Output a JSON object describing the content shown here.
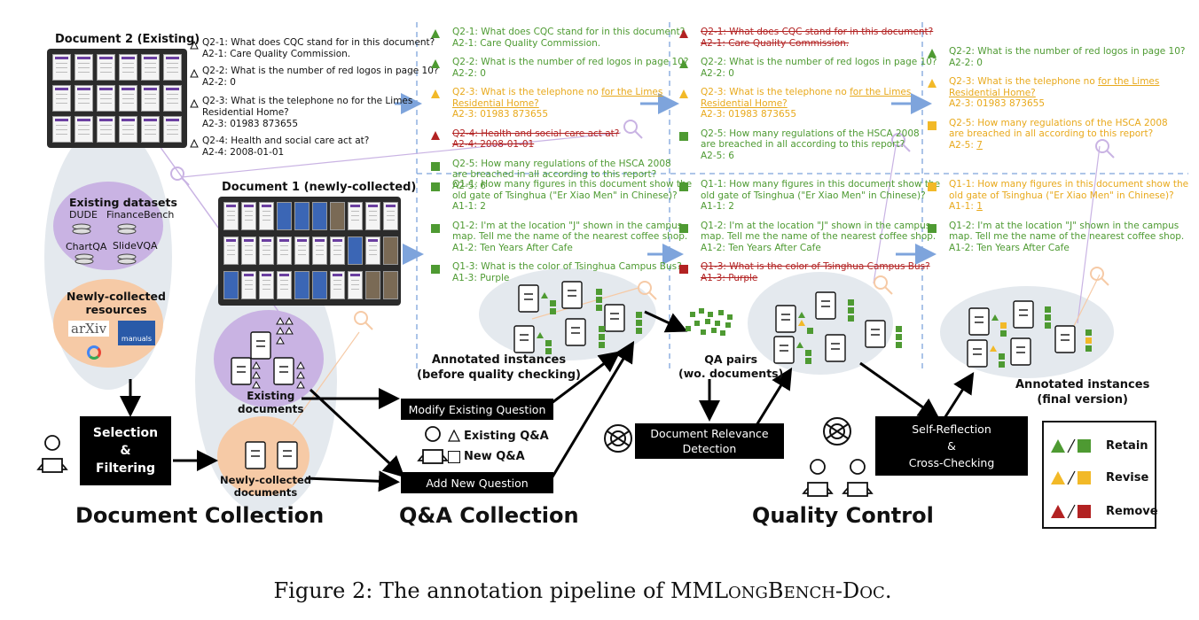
{
  "doc2": {
    "title": "Document 2 (Existing)",
    "qas": [
      {
        "q": "Q2-1: What does CQC stand for in this document?",
        "a": "A2-1: Care Quality Commission."
      },
      {
        "q": "Q2-2: What is the number of red logos in page 10?",
        "a": "A2-2: 0"
      },
      {
        "q": "Q2-3: What is the telephone no for the Limes",
        "q2": "Residential Home?",
        "a": "A2-3: 01983 873655"
      },
      {
        "q": "Q2-4: Health and social care act at?",
        "a": "A2-4: 2008-01-01"
      }
    ]
  },
  "doc1": {
    "title": "Document 1 (newly-collected)"
  },
  "left": {
    "existing_datasets": "Existing datasets",
    "datasets": [
      "DUDE",
      "FinanceBench",
      "ChartQA",
      "SlideVQA"
    ],
    "newly_collected_resources": "Newly-collected\nresources",
    "logos": {
      "arxiv": "arXiv",
      "manuals": "manuals"
    },
    "selection_box": "Selection\n&\nFiltering",
    "existing_documents": "Existing\ndocuments",
    "newly_collected_documents": "Newly-collected\ndocuments"
  },
  "columns": {
    "col1_top": [
      {
        "mark": "green-tri",
        "lines": [
          {
            "t": "Q2-1: What does CQC stand for in this document?",
            "c": "g"
          },
          {
            "t": "A2-1: Care Quality Commission.",
            "c": "g"
          }
        ]
      },
      {
        "mark": "green-tri",
        "lines": [
          {
            "t": "Q2-2: What is the number of red logos in page 10?",
            "c": "g"
          },
          {
            "t": "A2-2: 0",
            "c": "g"
          }
        ]
      },
      {
        "mark": "yellow-tri",
        "lines": [
          {
            "t": "Q2-3: What is the telephone no ",
            "c": "y",
            "u": "for the Limes"
          },
          {
            "t": "Residential Home?",
            "c": "y",
            "under": true
          },
          {
            "t": "A2-3: 01983 873655",
            "c": "y"
          }
        ]
      },
      {
        "mark": "red-tri",
        "lines": [
          {
            "t": "Q2-4: Health and social care act at?",
            "c": "r",
            "strike": true
          },
          {
            "t": "A2-4: 2008-01-01",
            "c": "r",
            "strike": true
          }
        ]
      },
      {
        "mark": "green-sq",
        "lines": [
          {
            "t": "Q2-5: How many regulations of the HSCA 2008",
            "c": "g"
          },
          {
            "t": "are breached in all according to this report?",
            "c": "g"
          },
          {
            "t": "A2-5: 6",
            "c": "g"
          }
        ]
      }
    ],
    "col1_bottom": [
      {
        "mark": "green-sq",
        "lines": [
          {
            "t": "Q1-1: How many figures in this document show the",
            "c": "g"
          },
          {
            "t": "old gate of Tsinghua (\"Er Xiao Men\" in Chinese)?",
            "c": "g"
          },
          {
            "t": "A1-1: 2",
            "c": "g"
          }
        ]
      },
      {
        "mark": "green-sq",
        "lines": [
          {
            "t": "Q1-2: I'm at the location \"J\" shown in the campus",
            "c": "g"
          },
          {
            "t": "map. Tell me the name of the nearest coffee shop.",
            "c": "g"
          },
          {
            "t": "A1-2: Ten Years After Cafe",
            "c": "g"
          }
        ]
      },
      {
        "mark": "green-sq",
        "lines": [
          {
            "t": "Q1-3: What is the color of Tsinghua Campus Bus?",
            "c": "g"
          },
          {
            "t": "A1-3: Purple",
            "c": "g"
          }
        ]
      }
    ],
    "col2_top": [
      {
        "mark": "red-tri",
        "lines": [
          {
            "t": "Q2-1: What does CQC stand for in this document?",
            "c": "r",
            "strike": true
          },
          {
            "t": "A2-1: Care Quality Commission.",
            "c": "r",
            "strike": true
          }
        ]
      },
      {
        "mark": "green-tri",
        "lines": [
          {
            "t": "Q2-2: What is the number of red logos in page 10?",
            "c": "g"
          },
          {
            "t": "A2-2: 0",
            "c": "g"
          }
        ]
      },
      {
        "mark": "yellow-tri",
        "lines": [
          {
            "t": "Q2-3: What is the telephone no ",
            "c": "y",
            "u": "for the Limes"
          },
          {
            "t": "Residential Home?",
            "c": "y",
            "under": true
          },
          {
            "t": "A2-3: 01983 873655",
            "c": "y"
          }
        ]
      },
      {
        "mark": "green-sq",
        "lines": [
          {
            "t": "Q2-5: How many regulations of the HSCA 2008",
            "c": "g"
          },
          {
            "t": "are breached in all according to this report?",
            "c": "g"
          },
          {
            "t": "A2-5: 6",
            "c": "g"
          }
        ]
      }
    ],
    "col2_bottom": [
      {
        "mark": "green-sq",
        "lines": [
          {
            "t": "Q1-1: How many figures in this document show the",
            "c": "g"
          },
          {
            "t": "old gate of Tsinghua (\"Er Xiao Men\" in Chinese)?",
            "c": "g"
          },
          {
            "t": "A1-1: 2",
            "c": "g"
          }
        ]
      },
      {
        "mark": "green-sq",
        "lines": [
          {
            "t": "Q1-2: I'm at the location \"J\" shown in the campus",
            "c": "g"
          },
          {
            "t": "map. Tell me the name of the nearest coffee shop.",
            "c": "g"
          },
          {
            "t": "A1-2: Ten Years After Cafe",
            "c": "g"
          }
        ]
      },
      {
        "mark": "red-sq",
        "lines": [
          {
            "t": "Q1-3: What is the color of Tsinghua Campus Bus?",
            "c": "r",
            "strike": true
          },
          {
            "t": "A1-3: Purple",
            "c": "r",
            "strike": true
          }
        ]
      }
    ],
    "col3_top": [
      {
        "mark": "green-tri",
        "lines": [
          {
            "t": "Q2-2: What is the number of red logos in page 10?",
            "c": "g"
          },
          {
            "t": "A2-2: 0",
            "c": "g"
          }
        ]
      },
      {
        "mark": "yellow-tri",
        "lines": [
          {
            "t": "Q2-3: What is the telephone no ",
            "c": "y",
            "u": "for the Limes"
          },
          {
            "t": "Residential Home?",
            "c": "y",
            "under": true
          },
          {
            "t": "A2-3: 01983 873655",
            "c": "y"
          }
        ]
      },
      {
        "mark": "yellow-sq",
        "lines": [
          {
            "t": "Q2-5: How many regulations of the HSCA 2008",
            "c": "y"
          },
          {
            "t": "are breached in all according to this report?",
            "c": "y"
          },
          {
            "t": "A2-5: ",
            "c": "y",
            "u": "7"
          }
        ]
      }
    ],
    "col3_bottom": [
      {
        "mark": "yellow-sq",
        "lines": [
          {
            "t": "Q1-1: How many figures in this document show the",
            "c": "y"
          },
          {
            "t": "old gate of Tsinghua (\"Er Xiao Men\" in Chinese)?",
            "c": "y"
          },
          {
            "t": "A1-1: ",
            "c": "y",
            "u": "1"
          }
        ]
      },
      {
        "mark": "green-sq",
        "lines": [
          {
            "t": "Q1-2: I'm at the location \"J\" shown in the campus",
            "c": "g"
          },
          {
            "t": "map. Tell me the name of the nearest coffee shop.",
            "c": "g"
          },
          {
            "t": "A1-2: Ten Years After Cafe",
            "c": "g"
          }
        ]
      }
    ]
  },
  "labels": {
    "annotated_before": "Annotated instances\n(before quality checking)",
    "qa_pairs": "QA pairs\n(wo. documents)",
    "annotated_final": "Annotated instances\n(final version)",
    "modify_existing": "Modify Existing Question",
    "add_new": "Add New Question",
    "existing_qa": "Existing Q&A",
    "new_qa": "New Q&A",
    "doc_relevance": "Document Relevance\nDetection",
    "self_reflection": "Self-Reflection\n&\nCross-Checking"
  },
  "stages": {
    "document_collection": "Document Collection",
    "qa_collection": "Q&A Collection",
    "quality_control": "Quality Control"
  },
  "legend": {
    "retain": "Retain",
    "revise": "Revise",
    "remove": "Remove"
  },
  "colors": {
    "green": "#4e9a32",
    "yellow": "#f2b928",
    "red": "#b22222",
    "purple_blob": "#c9b3e3",
    "orange_blob": "#f6caa6",
    "grey_blob": "#e4e9ee",
    "arrow_blue": "#7ea4dc"
  },
  "caption": {
    "prefix": "Figure 2: The annotation pipeline of ",
    "name_a": "MML",
    "name_b": "ONG",
    "name_c": "B",
    "name_d": "ENCH",
    "name_e": "-D",
    "name_f": "OC",
    "suffix": "."
  }
}
